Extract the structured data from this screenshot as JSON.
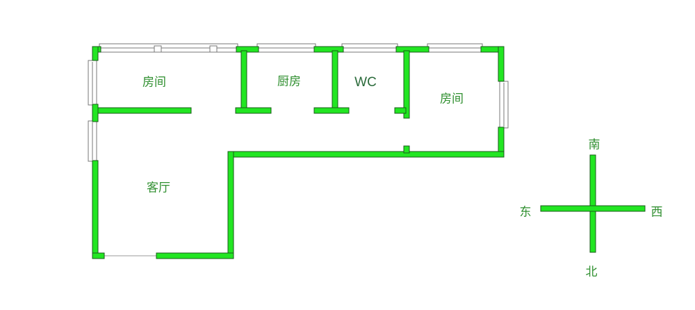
{
  "rooms": {
    "bedroom_left": "房间",
    "kitchen": "厨房",
    "wc": "WC",
    "bedroom_right": "房间",
    "living_room": "客厅"
  },
  "compass": {
    "south": "南",
    "north": "北",
    "east": "东",
    "west": "西"
  },
  "colors": {
    "wall": "#22e622",
    "text": "#2f8f2f"
  }
}
